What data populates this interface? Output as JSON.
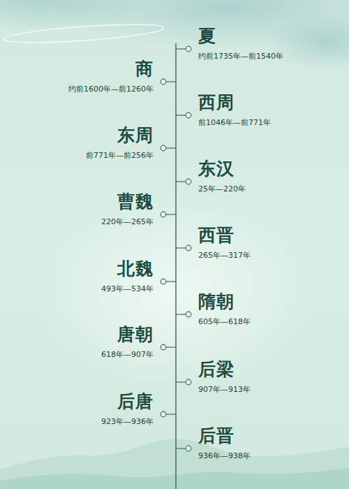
{
  "diagram": {
    "nodes": [
      {
        "text": [
          "夏",
          "约前1735年—前1540年"
        ]
      },
      {
        "text": [
          "商",
          "约前1600年—前1260年"
        ]
      },
      {
        "text": [
          "西周",
          "前1046年—前771年"
        ]
      },
      {
        "text": [
          "东周",
          "前771年—前256年"
        ]
      },
      {
        "text": [
          "东汉",
          "25年—220年"
        ]
      },
      {
        "text": [
          "曹魏",
          "220年—265年"
        ]
      },
      {
        "text": [
          "西晋",
          "265年—317年"
        ]
      },
      {
        "text": [
          "北魏",
          "493年—534年"
        ]
      },
      {
        "text": [
          "隋朝",
          "605年—618年"
        ]
      },
      {
        "text": [
          "唐朝",
          "618年—907年"
        ]
      },
      {
        "text": [
          "后梁",
          "907年—913年"
        ]
      },
      {
        "text": [
          "后唐",
          "923年—936年"
        ]
      },
      {
        "text": [
          "后晋",
          "936年—938年"
        ]
      }
    ]
  }
}
